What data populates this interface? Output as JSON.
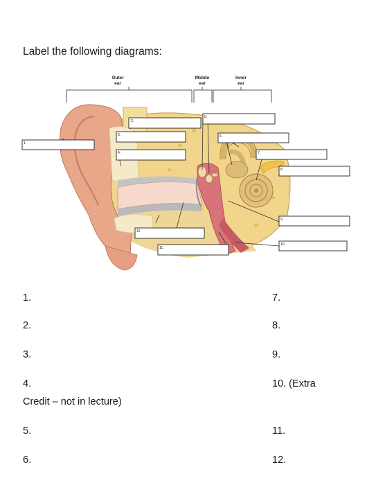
{
  "title": "Label the following diagrams:",
  "diagram": {
    "regions": {
      "outer": [
        "Outer",
        "ear"
      ],
      "middle": [
        "Middle",
        "ear"
      ],
      "inner": [
        "Inner",
        "ear"
      ]
    },
    "box_numbers": [
      "1.",
      "2.",
      "3.",
      "4.",
      "5.",
      "6.",
      "7.",
      "8.",
      "9.",
      "10.",
      "11.",
      "12"
    ]
  },
  "answers": {
    "left": [
      "1.",
      "2.",
      "3.",
      "4.",
      "5.",
      "6."
    ],
    "left_note": "Credit – not in lecture)",
    "right": [
      "7.",
      "8.",
      "9.",
      "10. (Extra",
      "11.",
      "12."
    ]
  },
  "colors": {
    "skin": "#e9a78a",
    "bone": "#f1d58a",
    "canal_pink": "#d9737a",
    "inner_ear": "#d7b36a",
    "cartilage": "#f6e9c8"
  }
}
